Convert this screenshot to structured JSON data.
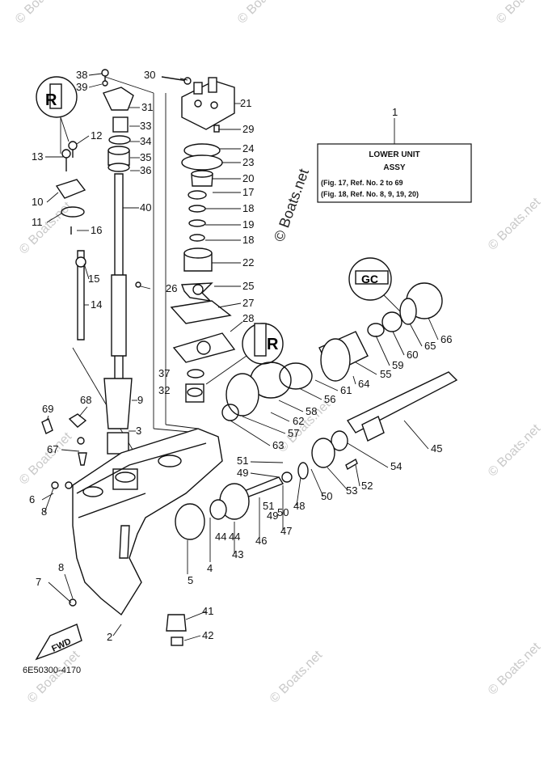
{
  "diagram": {
    "code": "6E50300-4170",
    "fwd": "FWD",
    "watermark": "© Boats.net",
    "box": {
      "title": "LOWER UNIT",
      "sub": "ASSY",
      "line1": "(Fig. 17, Ref. No. 2 to 69",
      "line2": "(Fig. 18, Ref. No. 8, 9, 19, 20)"
    },
    "symbols": {
      "gc": "GC",
      "r1": "R",
      "r2": "R"
    },
    "callouts": [
      "1",
      "2",
      "3",
      "4",
      "5",
      "6",
      "7",
      "8",
      "8",
      "9",
      "10",
      "11",
      "12",
      "13",
      "14",
      "15",
      "16",
      "17",
      "18",
      "18",
      "19",
      "20",
      "21",
      "22",
      "23",
      "24",
      "25",
      "26",
      "27",
      "28",
      "29",
      "30",
      "31",
      "32",
      "33",
      "34",
      "35",
      "36",
      "37",
      "38",
      "39",
      "40",
      "41",
      "42",
      "43",
      "44",
      "44",
      "45",
      "46",
      "47",
      "48",
      "49",
      "49",
      "50",
      "50",
      "51",
      "51",
      "52",
      "53",
      "54",
      "55",
      "56",
      "57",
      "58",
      "59",
      "60",
      "61",
      "62",
      "63",
      "64",
      "65",
      "66",
      "67",
      "68",
      "69"
    ]
  }
}
